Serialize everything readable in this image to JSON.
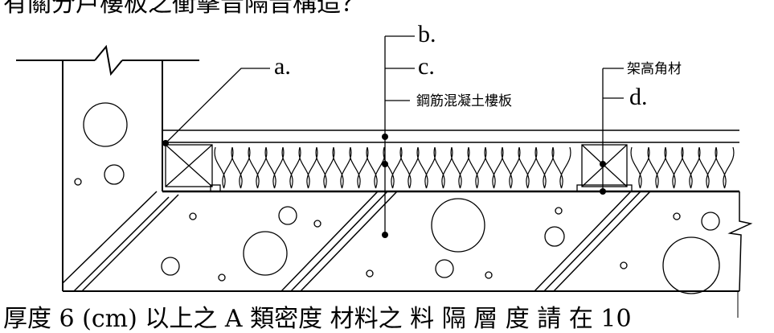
{
  "question_top": "有關分戶樓板之衝擊音隔音構造？",
  "question_bottom": "厚度 6 (cm) 以上之 A 類密度 材料之 料 隔 層 度 請 在 10",
  "labels": {
    "a": "a.",
    "b": "b.",
    "c": "c.",
    "d": "d.",
    "batten": "架高角材",
    "slab": "鋼筋混凝土樓板"
  },
  "colors": {
    "line": "#000000",
    "background": "#ffffff"
  }
}
